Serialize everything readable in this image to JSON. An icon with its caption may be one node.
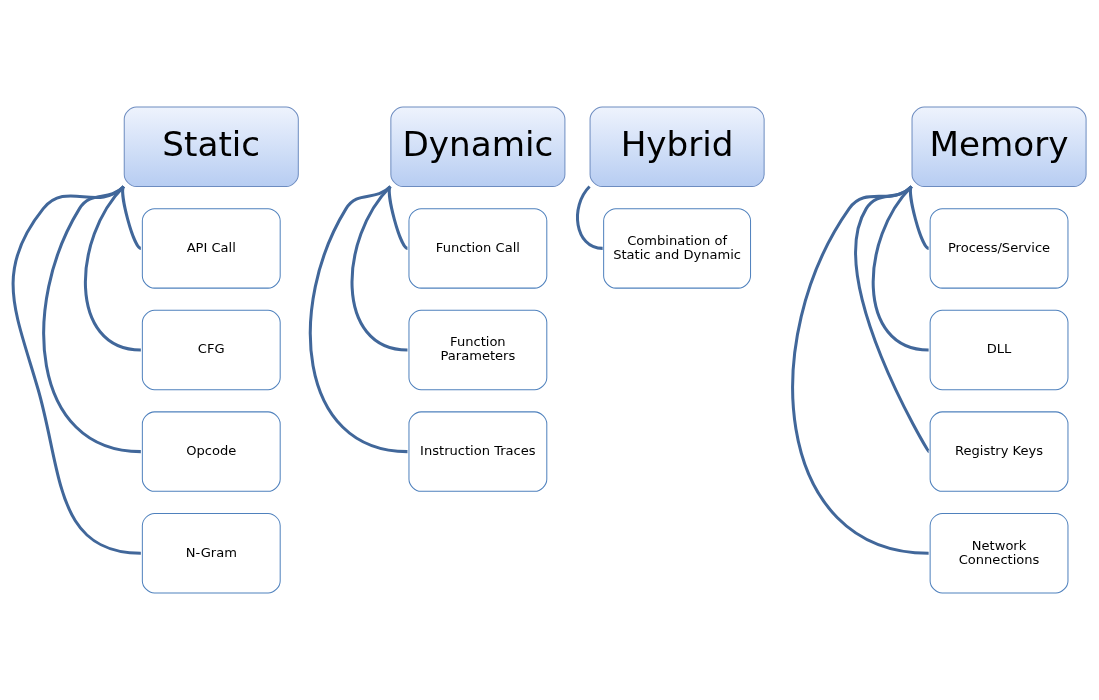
{
  "diagram": {
    "nodes": [
      {
        "text": [
          "Static"
        ]
      },
      {
        "text": [
          "API Call"
        ]
      },
      {
        "text": [
          "CFG"
        ]
      },
      {
        "text": [
          "Opcode"
        ]
      },
      {
        "text": [
          "N-Gram"
        ]
      },
      {
        "text": [
          "Dynamic"
        ]
      },
      {
        "text": [
          "Function Call"
        ]
      },
      {
        "text": [
          "Function Parameters"
        ]
      },
      {
        "text": [
          "Instruction Traces"
        ]
      },
      {
        "text": [
          "Hybrid"
        ]
      },
      {
        "text": [
          "Combination of Static and Dynamic"
        ]
      },
      {
        "text": [
          "Memory"
        ]
      },
      {
        "text": [
          "Process/Service"
        ]
      },
      {
        "text": [
          "DLL"
        ]
      },
      {
        "text": [
          "Registry Keys"
        ]
      },
      {
        "text": [
          "Network Connections"
        ]
      }
    ],
    "edges": [
      {
        "from": 0,
        "to": 1,
        "arrow": "none"
      },
      {
        "from": 0,
        "to": 2,
        "arrow": "none"
      },
      {
        "from": 0,
        "to": 3,
        "arrow": "none"
      },
      {
        "from": 0,
        "to": 4,
        "arrow": "none"
      },
      {
        "from": 5,
        "to": 6,
        "arrow": "none"
      },
      {
        "from": 5,
        "to": 7,
        "arrow": "none"
      },
      {
        "from": 5,
        "to": 8,
        "arrow": "none"
      },
      {
        "from": 9,
        "to": 10,
        "arrow": "none"
      },
      {
        "from": 11,
        "to": 12,
        "arrow": "none"
      },
      {
        "from": 11,
        "to": 13,
        "arrow": "none"
      },
      {
        "from": 11,
        "to": 14,
        "arrow": "none"
      },
      {
        "from": 11,
        "to": 15,
        "arrow": "none"
      }
    ]
  }
}
